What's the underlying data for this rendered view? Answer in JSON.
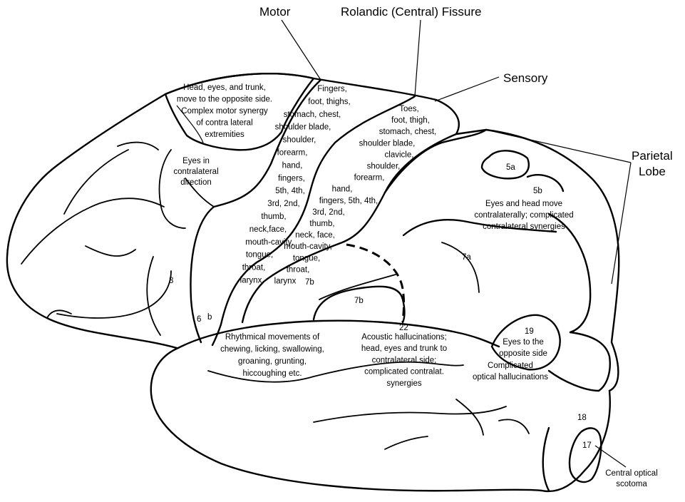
{
  "headers": {
    "motor": "Motor",
    "rolandic": "Rolandic (Central) Fissure",
    "sensory": "Sensory",
    "parietal_1": "Parietal",
    "parietal_2": "Lobe"
  },
  "frontal_top": [
    "Head, eyes, and trunk,",
    "move to the opposite side.",
    "Complex motor synergy",
    "of contra lateral",
    "extremities"
  ],
  "eyes_contra": [
    "Eyes in",
    "contralateral",
    "direction"
  ],
  "motor_strip": [
    "Fingers,",
    "foot, thighs,",
    "stomach, chest,",
    "shoulder blade,",
    "shoulder,",
    "forearm,",
    "hand,",
    "fingers,",
    "5th, 4th,",
    "3rd, 2nd,",
    "thumb,",
    "neck,face,",
    "mouth-cavity,",
    "tongue,",
    "throat,",
    "larynx"
  ],
  "sensory_strip": [
    "Toes,",
    "foot, thigh,",
    "stomach, chest,",
    "shoulder blade,",
    "clavicle,",
    "shoulder,",
    "forearm,",
    "hand,",
    "fingers, 5th, 4th,",
    "3rd, 2nd,",
    "thumb,",
    "neck, face,",
    "mouth-cavity,",
    "tongue,",
    "throat,",
    "larynx"
  ],
  "area_5_label": [
    "Eyes and head move",
    "contralaterally; complicated",
    "contralateral synergies"
  ],
  "rhythmical": [
    "Rhythmical movements of",
    "chewing, licking, swallowing,",
    "groaning, grunting,",
    "hiccoughing etc."
  ],
  "acoustic": [
    "Acoustic hallucinations;",
    "head, eyes and trunk to",
    "contralateral side;",
    "complicated contralat.",
    "synergies"
  ],
  "area_19_label": [
    "Eyes to the",
    "opposite side"
  ],
  "optical": [
    "Complicated",
    "optical hallucinations"
  ],
  "central_optical": [
    "Central optical",
    "scotoma"
  ],
  "numbers": {
    "n5a": "5a",
    "n5b": "5b",
    "n7a": "7a",
    "n7b_upper": "7b",
    "n7b_lower": "7b",
    "n8": "8",
    "n6": "6",
    "nb": "b",
    "n22": "22",
    "n19": "19",
    "n18": "18",
    "n17": "17"
  }
}
